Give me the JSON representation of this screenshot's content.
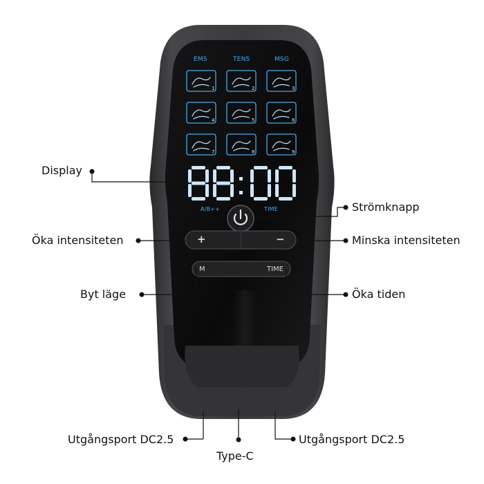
{
  "device": {
    "modes": [
      "EMS",
      "TENS",
      "MSG"
    ],
    "program_numbers": [
      "1",
      "2",
      "3",
      "4",
      "5",
      "6",
      "7",
      "8",
      "9"
    ],
    "digits_left": "88",
    "digits_right": "00",
    "indicator_left": "A/B++",
    "indicator_right": "TIME",
    "btn_plus": "+",
    "btn_minus": "−",
    "btn_mode": "M",
    "btn_time": "TIME",
    "colors": {
      "body": "#3a3a3c",
      "face": "#0c0c0d",
      "accent": "#4aa8e8",
      "digits": "#cfe6f7"
    },
    "power_icon": "power-icon"
  },
  "callouts": {
    "display": "Display",
    "power": "Strömknapp",
    "increase_intensity": "Öka intensiteten",
    "decrease_intensity": "Minska intensiteten",
    "change_mode": "Byt läge",
    "increase_time": "Öka tiden",
    "output_left": "Utgångsport DC2.5",
    "typec": "Type-C",
    "output_right": "Utgångsport DC2.5"
  }
}
